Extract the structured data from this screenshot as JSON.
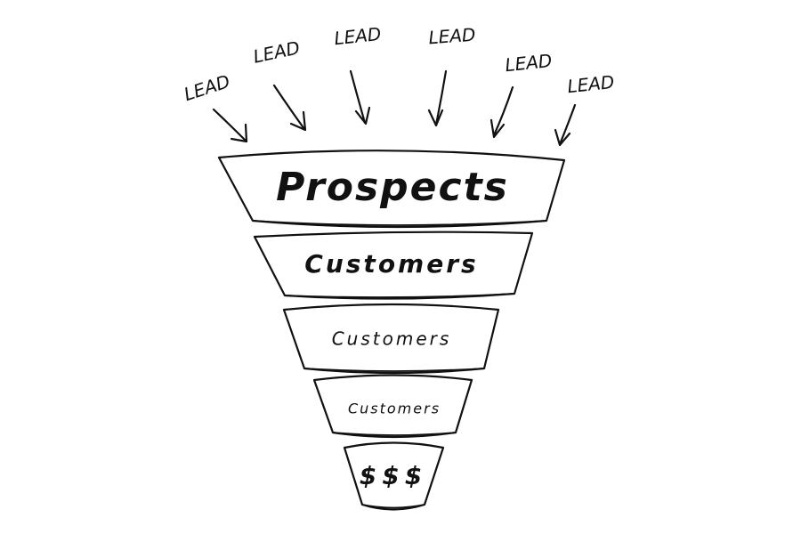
{
  "leads": [
    {
      "label": "LEAD"
    },
    {
      "label": "LEAD"
    },
    {
      "label": "LEAD"
    },
    {
      "label": "LEAD"
    },
    {
      "label": "LEAD"
    },
    {
      "label": "LEAD"
    }
  ],
  "funnel": {
    "stages": [
      {
        "label": "Prospects"
      },
      {
        "label": "Customers"
      },
      {
        "label": "Customers"
      },
      {
        "label": "Customers"
      },
      {
        "label": "$$$"
      }
    ]
  }
}
